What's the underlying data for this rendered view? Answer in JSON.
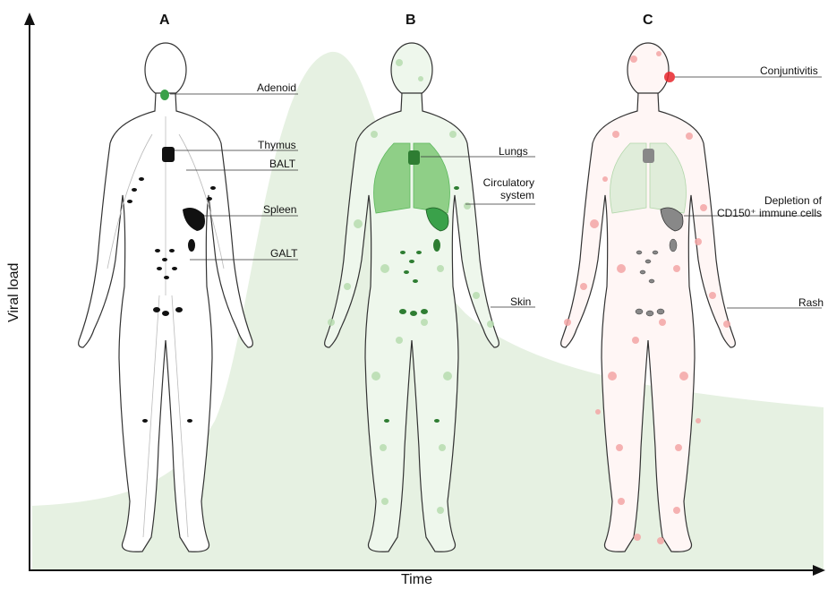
{
  "axes": {
    "x_title": "Time",
    "y_title": "Viral load"
  },
  "panels": [
    {
      "letter": "A",
      "labels": [
        "Adenoid",
        "Thymus",
        "BALT",
        "Spleen",
        "GALT"
      ]
    },
    {
      "letter": "B",
      "labels": [
        "Lungs",
        "Circulatory\nsystem",
        "Skin"
      ]
    },
    {
      "letter": "C",
      "labels": [
        "Conjuntivitis",
        "Depletion of\nCD150⁺ immune cells",
        "Rash"
      ]
    }
  ],
  "colors": {
    "curve_fill": "#e6f1e2",
    "lymphoid_black": "#111111",
    "infection_green": "#5cb85c",
    "infection_green_light": "#b7ddb0",
    "rash_red": "#f4a6a6",
    "conjunctivitis_red": "#e8262b",
    "depleted_gray": "#888888",
    "outline": "#333333"
  }
}
